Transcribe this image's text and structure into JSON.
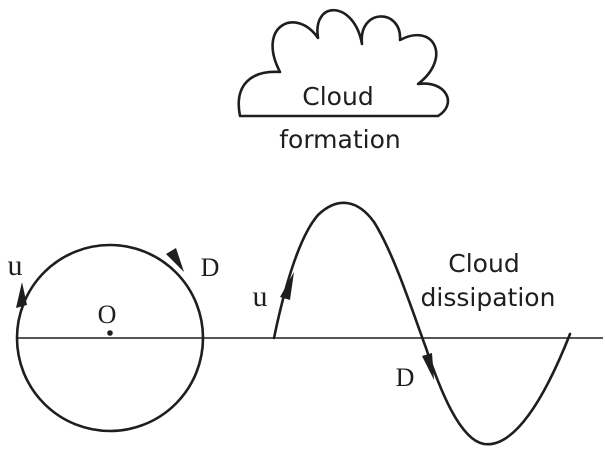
{
  "labels": {
    "cloud_formation_line1": "Cloud",
    "cloud_formation_line2": "formation",
    "cloud_dissipation_line1": "Cloud",
    "cloud_dissipation_line2": "dissipation",
    "circle_u": "u",
    "circle_d": "D",
    "circle_center": "O",
    "wave_u": "u",
    "wave_d": "D"
  },
  "colors": {
    "ink": "#1e1e1e",
    "background": "#ffffff"
  },
  "icons": {
    "cloud": "cloud-icon",
    "arrow": "arrowhead-icon"
  }
}
